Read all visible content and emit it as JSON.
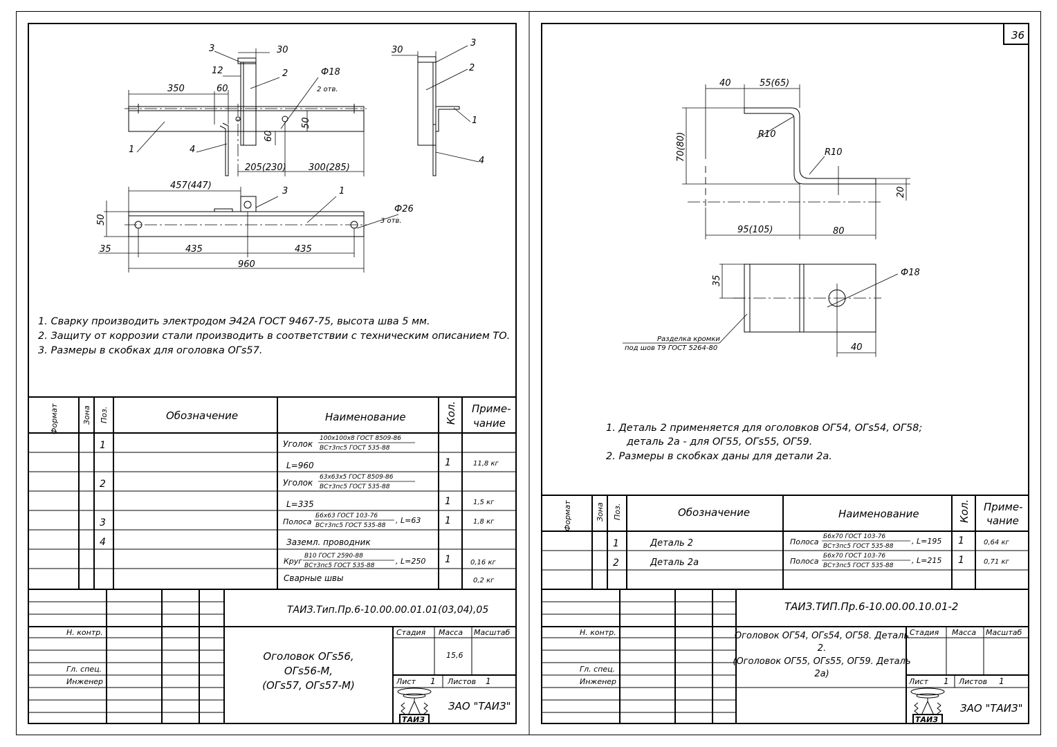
{
  "sheet_left": {
    "drawing": {
      "top_view_dims": {
        "d30": "30",
        "d3": "3",
        "d12": "12",
        "d2": "2",
        "d18": "Ф18",
        "holes2": "2 отв.",
        "d350": "350",
        "d60a": "60",
        "d50": "50",
        "d60b": "60",
        "d1": "1",
        "d4": "4",
        "d205": "205(230)",
        "d300": "300(285)"
      },
      "side_view_dims": {
        "d30": "30",
        "d3": "3",
        "d2": "2",
        "d1": "1",
        "d4": "4"
      },
      "plan_view_dims": {
        "d457": "457(447)",
        "d3": "3",
        "d1": "1",
        "d26": "Ф26",
        "holes3": "3 отв.",
        "d50": "50",
        "d35": "35",
        "d435a": "435",
        "d435b": "435",
        "d960": "960"
      }
    },
    "notes": [
      "1. Сварку производить электродом Э42А ГОСТ 9467-75, высота шва 5 мм.",
      "2. Защиту от коррозии стали производить в соответствии с техническим описанием ТО.",
      "3. Размеры в скобках для оголовка ОГs57."
    ],
    "spec_headers": {
      "format": "Формат",
      "zone": "Зона",
      "pos": "Поз.",
      "designation": "Обозначение",
      "name": "Наименование",
      "qty": "Кол.",
      "note1": "Приме-",
      "note2": "чание"
    },
    "spec_rows": [
      {
        "pos": "1",
        "name": "Уголок",
        "frac_top": "100х100х8 ГОСТ 8509-86",
        "frac_bot": "ВСт3пс5 ГОСТ 535-88"
      },
      {
        "name": "L=960",
        "qty": "1",
        "note": "11,8 кг"
      },
      {
        "pos": "2",
        "name": "Уголок",
        "frac_top": "63х63х5 ГОСТ 8509-86",
        "frac_bot": "ВСт3пс5 ГОСТ 535-88"
      },
      {
        "name": "L=335",
        "qty": "1",
        "note": "1,5 кг"
      },
      {
        "pos": "3",
        "name": "Полоса",
        "frac_top": "Б6х63 ГОСТ 103-76",
        "frac_bot": "ВСт3пс5 ГОСТ 535-88",
        "suffix": ", L=63",
        "qty": "1",
        "note": "1,8 кг"
      },
      {
        "pos": "4",
        "name": "Заземл. проводник"
      },
      {
        "name": "Круг",
        "frac_top": "В10 ГОСТ 2590-88",
        "frac_bot": "ВСт3пс5 ГОСТ 535-88",
        "suffix": ", L=250",
        "qty": "1",
        "note": "0,16 кг"
      },
      {
        "name": "Сварные швы",
        "note": "0,2 кг"
      }
    ],
    "title_block": {
      "code": "ТАИЗ.Тип.Пр.6-10.00.00.01.01(03,04),05",
      "n_kontr": "Н. контр.",
      "gl_spec": "Гл. спец.",
      "inzhener": "Инженер",
      "title_lines": [
        "Оголовок ОГs56,",
        "ОГs56-М,",
        "(ОГs57, ОГs57-М)"
      ],
      "stadiya": "Стадия",
      "massa": "Масса",
      "masshtab": "Масштаб",
      "mass_value": "15,6",
      "list": "Лист",
      "list_no": "1",
      "listov": "Листов",
      "listov_no": "1",
      "company": "ЗАО \"ТАИЗ\"",
      "logo_text": "ТАИЗ"
    }
  },
  "sheet_right": {
    "page_number": "36",
    "drawing": {
      "profile_dims": {
        "d40": "40",
        "d55": "55(65)",
        "d70": "70(80)",
        "r10a": "R10",
        "r10b": "R10",
        "d20": "20",
        "d95": "95(105)",
        "d80": "80"
      },
      "plan_dims": {
        "d35": "35",
        "d18": "Ф18",
        "d40": "40",
        "bevel1": "Разделка кромки",
        "bevel2": "под шов Т9 ГОСТ 5264-80"
      }
    },
    "notes": [
      "1. Деталь 2 применяется для оголовков ОГ54, ОГs54, ОГ58;",
      "деталь 2а - для ОГ55, ОГs55, ОГ59.",
      "2. Размеры в скобках даны для детали 2а."
    ],
    "spec_headers": {
      "format": "Формат",
      "zone": "Зона",
      "pos": "Поз.",
      "designation": "Обозначение",
      "name": "Наименование",
      "qty": "Кол.",
      "note1": "Приме-",
      "note2": "чание"
    },
    "spec_rows": [
      {
        "pos": "1",
        "designation": "Деталь 2",
        "name": "Полоса",
        "frac_top": "Б6х70 ГОСТ 103-76",
        "frac_bot": "ВСт3пс5 ГОСТ 535-88",
        "suffix": ", L=195",
        "qty": "1",
        "note": "0,64 кг"
      },
      {
        "pos": "2",
        "designation": "Деталь 2а",
        "name": "Полоса",
        "frac_top": "Б6х70 ГОСТ 103-76",
        "frac_bot": "ВСт3пс5 ГОСТ 535-88",
        "suffix": ", L=215",
        "qty": "1",
        "note": "0,71 кг"
      }
    ],
    "title_block": {
      "code": "ТАИЗ.ТИП.Пр.6-10.00.00.10.01-2",
      "n_kontr": "Н. контр.",
      "gl_spec": "Гл. спец.",
      "inzhener": "Инженер",
      "title_lines": [
        "Оголовок ОГ54, ОГs54, ОГ58. Деталь",
        "2.",
        "(Оголовок ОГ55, ОГs55, ОГ59. Деталь",
        "2а)"
      ],
      "stadiya": "Стадия",
      "massa": "Масса",
      "masshtab": "Масштаб",
      "list": "Лист",
      "list_no": "1",
      "listov": "Листов",
      "listov_no": "1",
      "company": "ЗАО \"ТАИЗ\"",
      "logo_text": "ТАИЗ"
    }
  }
}
